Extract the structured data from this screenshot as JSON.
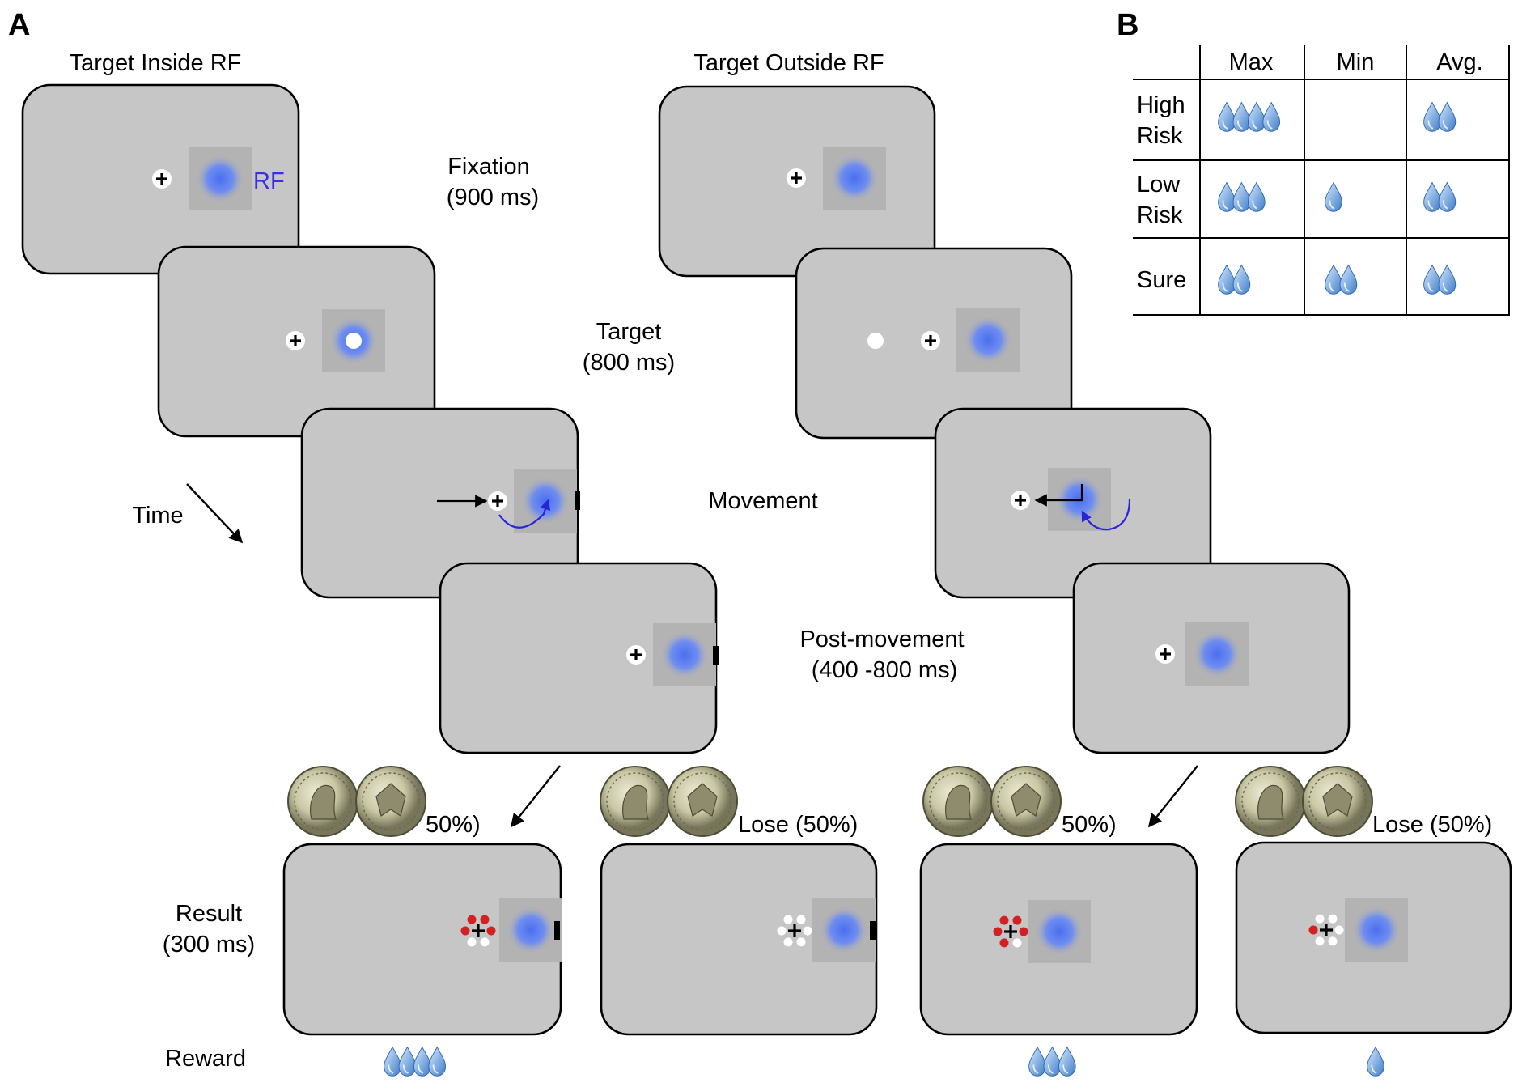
{
  "panels": {
    "a": "A",
    "b": "B"
  },
  "columns": {
    "inside": "Target Inside RF",
    "outside": "Target Outside RF"
  },
  "rf_label": "RF",
  "time_label": "Time",
  "epochs": [
    {
      "name": "Fixation",
      "duration": "(900 ms)"
    },
    {
      "name": "Target",
      "duration": "(800 ms)"
    },
    {
      "name": "Movement",
      "duration": ""
    },
    {
      "name": "Post-movement",
      "duration": "(400 -800 ms)"
    }
  ],
  "result": {
    "name": "Result",
    "duration": "(300 ms)"
  },
  "reward_label": "Reward",
  "outcomes": [
    "50%)",
    "Lose (50%)",
    "50%)",
    "Lose (50%)"
  ],
  "reward_drops": [
    4,
    0,
    3,
    1
  ],
  "table": {
    "headers": [
      "Max",
      "Min",
      "Avg."
    ],
    "rows": [
      {
        "label": [
          "High",
          "Risk"
        ],
        "drops": [
          4,
          0,
          2
        ]
      },
      {
        "label": [
          "Low",
          "Risk"
        ],
        "drops": [
          3,
          1,
          2
        ]
      },
      {
        "label": [
          "Sure"
        ],
        "drops": [
          2,
          2,
          2
        ]
      }
    ]
  },
  "colors": {
    "screen": "#c6c6c6",
    "rf_blob": "#4a6ff0",
    "rf_text": "#3a2ee6",
    "drop": "#7aa6e0",
    "feedback_red": "#d42020",
    "arrow_blue": "#2a24d8"
  },
  "icons": {
    "coin": "quarter-coin",
    "drop": "water-drop"
  }
}
